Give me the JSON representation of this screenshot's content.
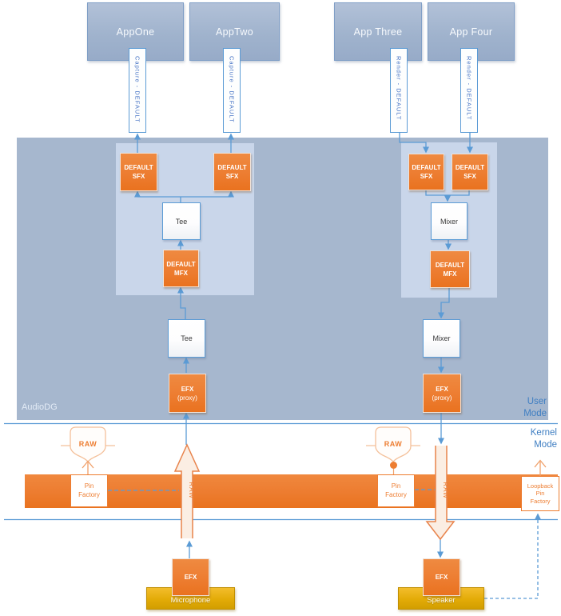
{
  "apps": [
    {
      "label": "AppOne"
    },
    {
      "label": "AppTwo"
    },
    {
      "label": "App Three"
    },
    {
      "label": "App Four"
    }
  ],
  "pipes": [
    {
      "label": "Capture - DEFAULT"
    },
    {
      "label": "Capture - DEFAULT"
    },
    {
      "label": "Render - DEFAULT"
    },
    {
      "label": "Render - DEFAULT"
    }
  ],
  "audiodg_label": "AudioDG",
  "modes": {
    "user": "User Mode",
    "kernel": "Kernel Mode"
  },
  "nodes": {
    "sfx_line1": "DEFAULT",
    "sfx_line2": "SFX",
    "mfx_line1": "DEFAULT",
    "mfx_line2": "MFX",
    "tee": "Tee",
    "mixer": "Mixer",
    "efx_proxy_line1": "EFX",
    "efx_proxy_line2": "(proxy)",
    "efx": "EFX"
  },
  "kernel": {
    "raw_label": "RAW",
    "pin_factory_line1": "Pin",
    "pin_factory_line2": "Factory",
    "loopback_line1": "Loopback",
    "loopback_line2": "Pin",
    "loopback_line3": "Factory"
  },
  "endpoints": {
    "microphone": "Microphone",
    "speaker": "Speaker"
  },
  "colors": {
    "accent_blue": "#5B9BD5",
    "pipe_text_blue": "#4472C4",
    "accent_orange": "#ED7D31",
    "region_blue": "#A6B7CE",
    "panel_blue": "#C9D6EA",
    "gold": "#E3AB07"
  }
}
